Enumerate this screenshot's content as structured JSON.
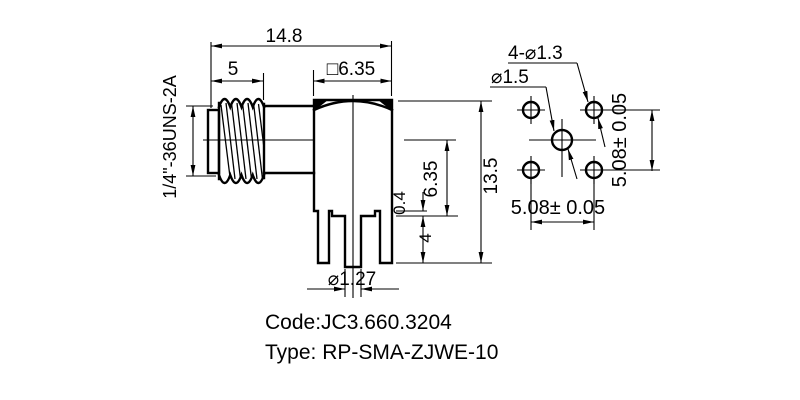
{
  "side_view": {
    "dim_overall_width": "14.8",
    "dim_thread_length": "5",
    "dim_body_square": "□6.35",
    "thread_spec": "1/4\"-36UNS-2A",
    "dim_height": "13.5",
    "dim_axis_to_base": "6.35",
    "dim_boss_step": "0.4",
    "dim_pin_length": "4",
    "dim_pin_diameter": "⌀1.27"
  },
  "footprint_view": {
    "label_corner_holes": "4-⌀1.3",
    "label_center_hole": "⌀1.5",
    "dim_horizontal_pitch": "5.08± 0.05",
    "dim_vertical_pitch": "5.08± 0.05"
  },
  "footer": {
    "code": "Code:JC3.660.3204",
    "type": "Type: RP-SMA-ZJWE-10"
  },
  "colors": {
    "line": "#000000",
    "background": "#ffffff"
  }
}
